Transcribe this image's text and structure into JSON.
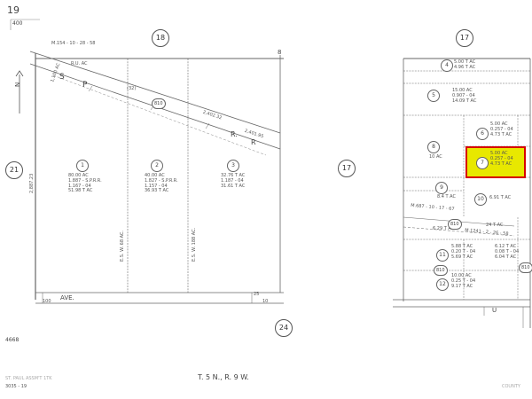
{
  "map": {
    "page_number": "19",
    "page_ref_top": "400",
    "page_ref_bottom": "4668",
    "township_range": "T. 5 N., R. 9 W.",
    "north_arrow_label": "N",
    "footer_left_1": "3035 - 19",
    "footer_left_2": "ST. PAUL ASSM'T 1TK",
    "footer_right": "COUNTY",
    "highlight_color": "#e8e800",
    "highlight_border": "#d60000",
    "adjacent_sections": {
      "north_left": "18",
      "north_right": "17",
      "west": "21",
      "middle": "17",
      "south": "24"
    },
    "road_labels": {
      "ave": "AVE.",
      "right_u": "U",
      "number_8": "8"
    },
    "railroad_letters": {
      "s": "S",
      "p": "P",
      "r1": "R.",
      "r2": "R"
    },
    "left_parcels": [
      {
        "num": "1",
        "l1": "80.00 AC",
        "l2": "1.887 - S.P.R.R.",
        "l3": "1.167 - 04",
        "l4": "51.98 T AC"
      },
      {
        "num": "2",
        "l1": "40.00 AC",
        "l2": "1.827 - S.P.R.R.",
        "l3": "1.157 - 04",
        "l4": "36.93 T AC"
      },
      {
        "num": "3",
        "l1": "32.76 T AC",
        "l2": "1.187 - 04",
        "l3": "31.61 T AC"
      }
    ],
    "left_misc": {
      "rec_top": "M.154 - 10 - 28 - 58",
      "row_top": "R.U. AC",
      "ew_1": "E.S. W. 68 AC.",
      "ew_2": "E.S. W. 188 AC.",
      "length_vert": "2,887.23",
      "row_dim": "2,402.32",
      "row_dim2": "2,401.95",
      "circ_810": "810",
      "book_321": "(32)",
      "vert_dim": "1,100 AC",
      "dim_lower_1": "100",
      "dim_lower_2": "25",
      "dim_lower_3": "10"
    },
    "right_parcels": [
      {
        "num": "4",
        "l1": "5.00 T AC",
        "l2": "4.96 T AC"
      },
      {
        "num": "5",
        "l1": "15.00 AC",
        "l2": "0.907 - 04",
        "l3": "14.09 T AC"
      },
      {
        "num": "6",
        "l1": "5.00 AC",
        "l2": "0.257 - 04",
        "l3": "4.73 T AC"
      },
      {
        "num": "7",
        "l1": "5.00 AC",
        "l2": "0.257 - 04",
        "l3": "4.73 T AC"
      },
      {
        "num": "8",
        "l1": "10 AC"
      },
      {
        "num": "9",
        "l1": "8.4 T AC"
      },
      {
        "num": "10",
        "l1": "6.91 T AC"
      },
      {
        "num": "11",
        "l1": "5.88 T AC",
        "l2": "0.20 T - 04",
        "l3": "5.69 T AC"
      },
      {
        "num": "12",
        "l1": "10.00 AC",
        "l2": "0.25 T - 04",
        "l3": "9.17 T AC"
      },
      {
        "num": "right_11b",
        "l1": "6.12 T AC",
        "l2": "0.08 T - 04",
        "l3": "6.04 T AC"
      }
    ],
    "right_misc": {
      "rec_lower": "M.687 - 10 - 17 - 67",
      "rec_lower2": "M.1241 - 2 - 26 - 58",
      "ac_lower": "6.29 T AC",
      "circ_810a": "810",
      "circ_810b": "810",
      "circ_810c": "810",
      "ac_mid_right": "24 T AC"
    }
  }
}
